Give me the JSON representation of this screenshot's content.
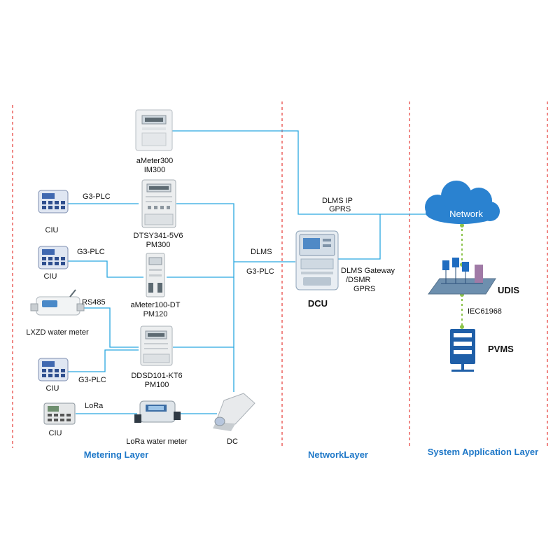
{
  "colors": {
    "line": "#29a8e0",
    "divider": "#e53935",
    "layer": "#1f78c8",
    "cloud": "#2a82d0",
    "dotted": "#8bc34a",
    "server": "#1f5fa8"
  },
  "layers": {
    "metering": "Metering Layer",
    "network": "NetworkLayer",
    "application": "System Application Layer"
  },
  "devices": {
    "ameter300": {
      "name": "aMeter300",
      "model": "IM300"
    },
    "dtsy": {
      "name": "DTSY341-5V6",
      "model": "PM300"
    },
    "ameter100": {
      "name": "aMeter100-DT",
      "model": "PM120"
    },
    "ddsd": {
      "name": "DDSD101-KT6",
      "model": "PM100"
    },
    "ciu1": "CIU",
    "ciu2": "CIU",
    "ciu3": "CIU",
    "ciu4": "CIU",
    "lxzd": "LXZD water meter",
    "lora_meter": "LoRa water meter",
    "dc": "DC",
    "dcu": "DCU",
    "network": "Network",
    "udis": "UDIS",
    "pvms": "PVMS"
  },
  "links": {
    "g3plc_1": "G3-PLC",
    "g3plc_2": "G3-PLC",
    "rs485": "RS485",
    "g3plc_3": "G3-PLC",
    "lora": "LoRa",
    "dlms": "DLMS",
    "g3plc_dc": "G3-PLC",
    "dlms_ip": "DLMS IP",
    "gprs_top": "GPRS",
    "dlms_gateway": "DLMS Gateway",
    "dsmr": "/DSMR",
    "gprs_dcu": "GPRS",
    "iec": "IEC61968"
  }
}
